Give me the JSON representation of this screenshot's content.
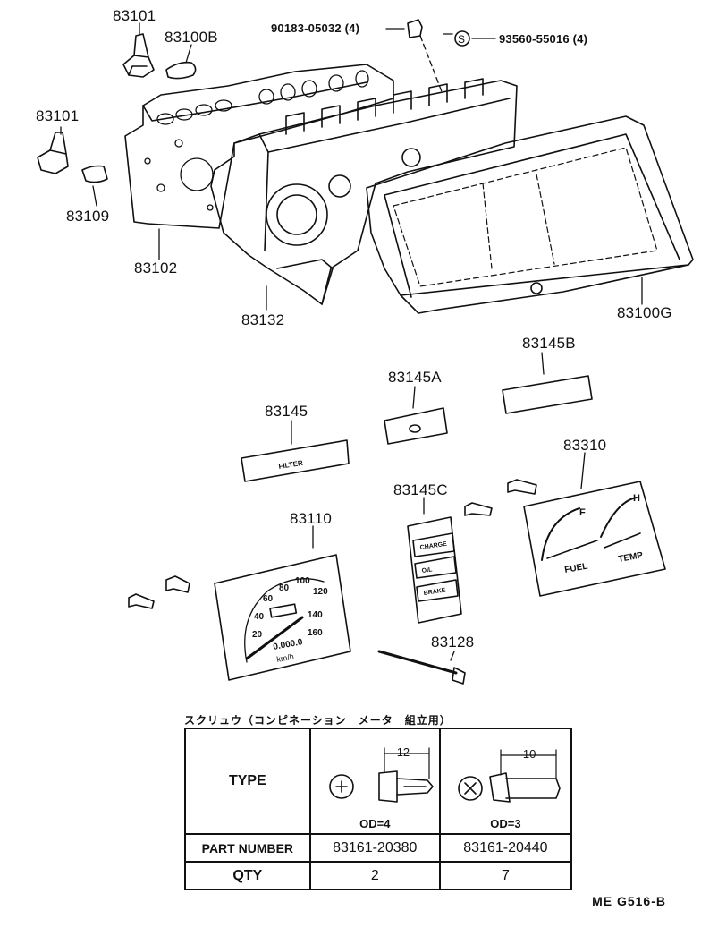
{
  "labels": {
    "p83101_top": "83101",
    "p83100B": "83100B",
    "bolt_90183": "90183-05032 (4)",
    "screw_93560": "93560-55016 (4)",
    "p83101_left": "83101",
    "p83109": "83109",
    "p83102": "83102",
    "p83132": "83132",
    "p83100G": "83100G",
    "p83145B": "83145B",
    "p83145A": "83145A",
    "p83145": "83145",
    "p83310": "83310",
    "p83145C": "83145C",
    "p83110": "83110",
    "p83128": "83128"
  },
  "gauge_text": {
    "speed_ticks": [
      "20",
      "40",
      "60",
      "80",
      "100",
      "120",
      "140",
      "160"
    ],
    "odometer": "0.000.0",
    "unit": "km/h",
    "fuel_f": "F",
    "fuel_label": "FUEL",
    "temp_h": "H",
    "temp_label": "TEMP",
    "plate_83145": "FILTER",
    "plate_c_items": [
      "CHARGE",
      "OIL",
      "BRAKE"
    ]
  },
  "table": {
    "caption": "スクリュウ（コンピネーション　メータ　組立用）",
    "type_label": "TYPE",
    "part_number_label": "PART NUMBER",
    "qty_label": "QTY",
    "columns": [
      {
        "dim": "12",
        "od": "OD=4",
        "part_number": "83161-20380",
        "qty": "2"
      },
      {
        "dim": "10",
        "od": "OD=3",
        "part_number": "83161-20440",
        "qty": "7"
      }
    ]
  },
  "drawing_code": "ME  G516-B"
}
